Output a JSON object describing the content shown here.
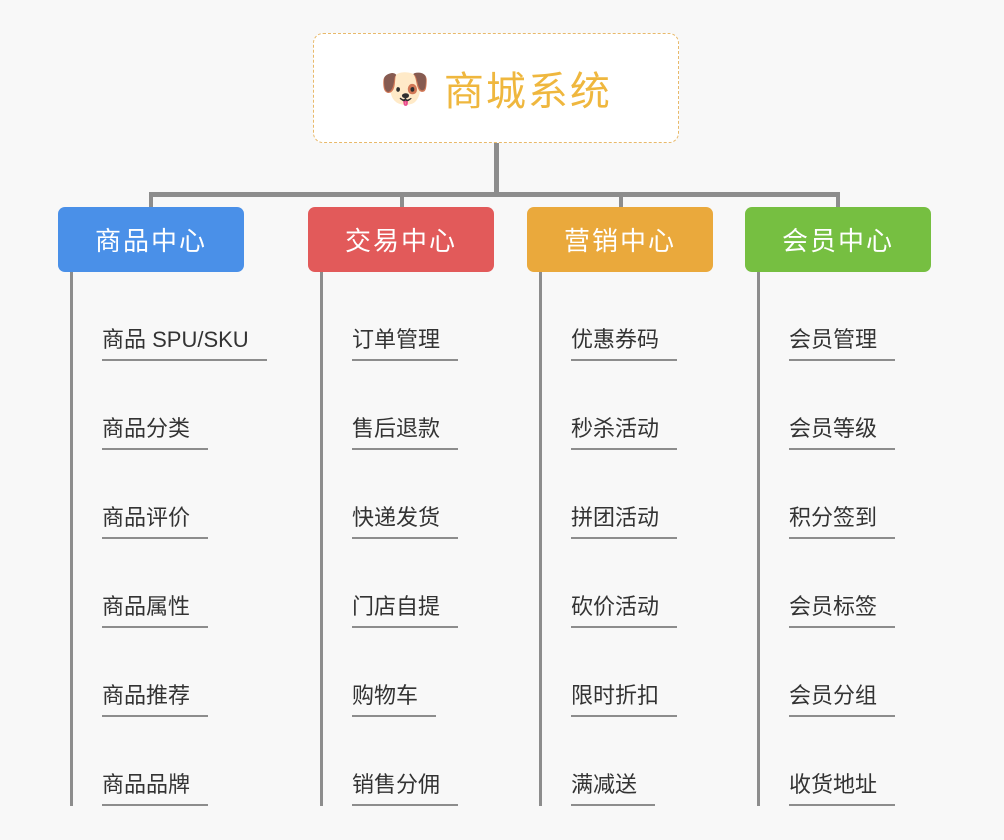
{
  "page": {
    "background_color": "#f8f8f8",
    "line_color": "#8d8d8d",
    "title": "商城系统"
  },
  "root": {
    "icon": "dog-face-emoji",
    "emoji": "🐶",
    "label": "商城系统",
    "text_color": "#efb73e",
    "border_color": "#e8b96a",
    "background_color": "#ffffff"
  },
  "branches": [
    {
      "label": "商品中心",
      "color": "#4a90e8",
      "items": [
        "商品 SPU/SKU",
        "商品分类",
        "商品评价",
        "商品属性",
        "商品推荐",
        "商品品牌"
      ]
    },
    {
      "label": "交易中心",
      "color": "#e25a5a",
      "items": [
        "订单管理",
        "售后退款",
        "快递发货",
        "门店自提",
        "购物车",
        "销售分佣"
      ]
    },
    {
      "label": "营销中心",
      "color": "#eaa93c",
      "items": [
        "优惠券码",
        "秒杀活动",
        "拼团活动",
        "砍价活动",
        "限时折扣",
        "满减送"
      ]
    },
    {
      "label": "会员中心",
      "color": "#76bf41",
      "items": [
        "会员管理",
        "会员等级",
        "积分签到",
        "会员标签",
        "会员分组",
        "收货地址"
      ]
    }
  ]
}
